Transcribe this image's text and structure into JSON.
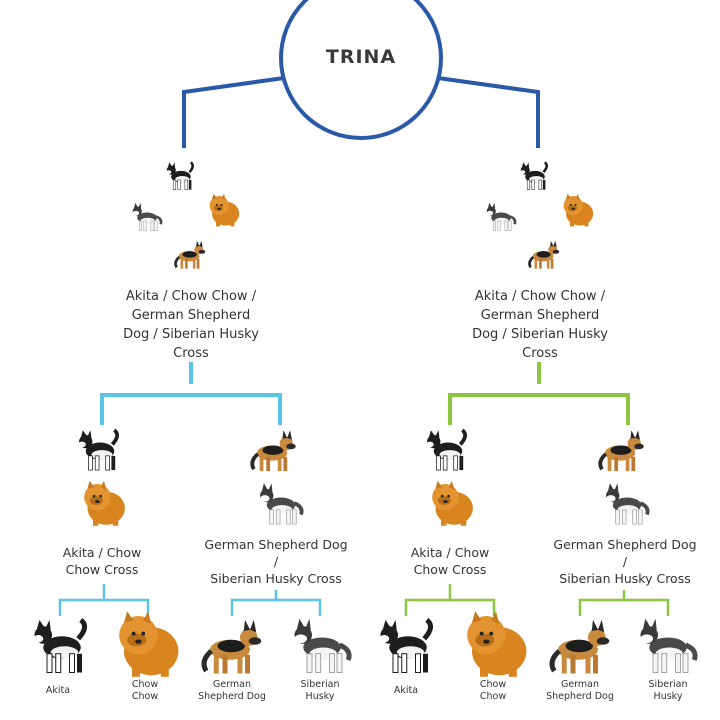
{
  "root": {
    "name": "TRINA"
  },
  "generation1": [
    {
      "label": "Akita / Chow Chow /\nGerman Shepherd\nDog / Siberian Husky\nCross",
      "dogs": [
        "akita-icon",
        "husky-icon",
        "chow-chow-icon",
        "german-shepherd-icon"
      ]
    },
    {
      "label": "Akita / Chow Chow /\nGerman Shepherd\nDog / Siberian Husky\nCross",
      "dogs": [
        "akita-icon",
        "husky-icon",
        "chow-chow-icon",
        "german-shepherd-icon"
      ]
    }
  ],
  "generation2": [
    {
      "label": "Akita / Chow\nChow Cross",
      "dogs": [
        "akita-icon",
        "chow-chow-icon"
      ]
    },
    {
      "label": "German Shepherd Dog\n/\nSiberian Husky Cross",
      "dogs": [
        "german-shepherd-icon",
        "husky-icon"
      ]
    },
    {
      "label": "Akita / Chow\nChow Cross",
      "dogs": [
        "akita-icon",
        "chow-chow-icon"
      ]
    },
    {
      "label": "German Shepherd Dog\n/\nSiberian Husky Cross",
      "dogs": [
        "german-shepherd-icon",
        "husky-icon"
      ]
    }
  ],
  "breeds": [
    {
      "label": "Akita",
      "icon": "akita-icon"
    },
    {
      "label": "Chow\nChow",
      "icon": "chow-chow-icon"
    },
    {
      "label": "German\nShepherd Dog",
      "icon": "german-shepherd-icon"
    },
    {
      "label": "Siberian\nHusky",
      "icon": "husky-icon"
    },
    {
      "label": "Akita",
      "icon": "akita-icon"
    },
    {
      "label": "Chow\nChow",
      "icon": "chow-chow-icon"
    },
    {
      "label": "German\nShepherd Dog",
      "icon": "german-shepherd-icon"
    },
    {
      "label": "Siberian\nHusky",
      "icon": "husky-icon"
    }
  ],
  "colors": {
    "root_line": "#2a59a8",
    "left_branch": "#5bc3e6",
    "right_branch": "#8cc63f",
    "text": "#333333"
  }
}
